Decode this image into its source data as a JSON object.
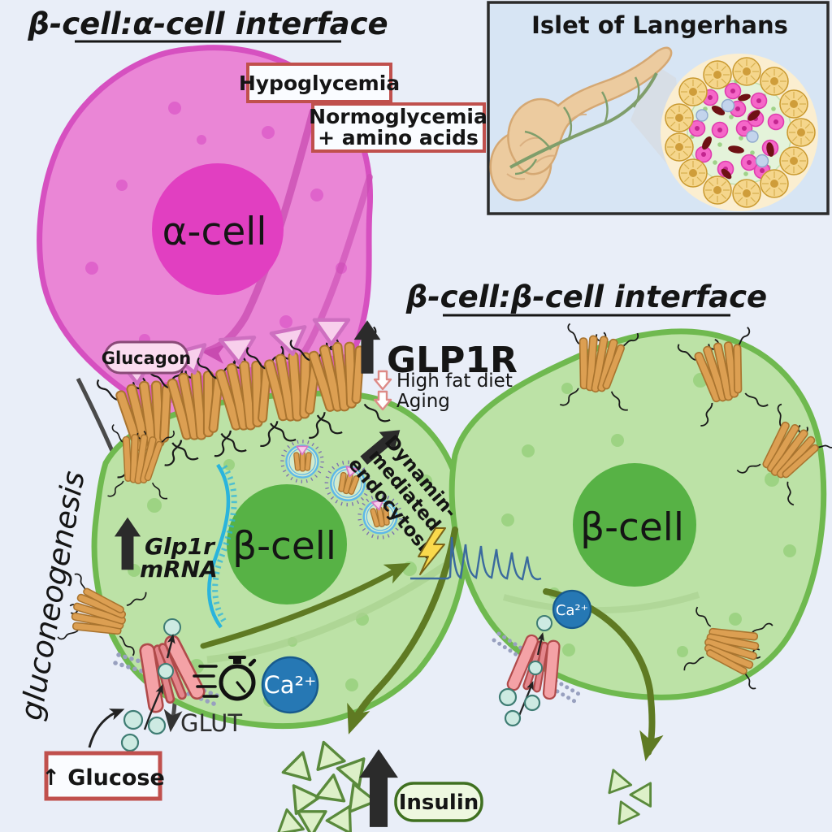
{
  "colors": {
    "background": "#e9eef8",
    "inset_bg": "#d7e5f4",
    "inset_border": "#2b2b2b",
    "alpha_fill": "#ea86d6",
    "alpha_stroke": "#d650c0",
    "alpha_nucleus": "#e13fc1",
    "alpha_speckle": "#df63cb",
    "beta_fill": "#bce2a6",
    "beta_stroke": "#6fb94f",
    "beta_nucleus": "#57b245",
    "beta_speckle": "#9dd383",
    "receptor_fill": "#dc9f52",
    "receptor_stroke": "#a9742f",
    "ligand_fill": "#f8cfec",
    "ligand_stroke": "#ce6fc0",
    "box_fill": "#fafcff",
    "box_border": "#c0504d",
    "black_arrow": "#2b2b2b",
    "pink_arrow": "#c84bb0",
    "down_arrow_stroke": "#dd8a86",
    "olive_arrow": "#5f7a23",
    "calcium_fill": "#2678b4",
    "calcium_stroke": "#175a8d",
    "glut_fill": "#f4a2a6",
    "glut_stroke": "#b04a4a",
    "glucose_fill": "#cdeae2",
    "glucose_stroke": "#3f7d74",
    "membrane_dot": "#98a0bf",
    "mrna": "#2ab4dc",
    "vesicle_ring": "#5fb8e8",
    "vesicle_spikes": "#7b6fb0",
    "spike_trace": "#3a6a9e",
    "lightning_fill": "#f9d94c",
    "lightning_stroke": "#7a6418",
    "insulin_fill": "#eef8e0",
    "insulin_stroke": "#3f7020",
    "granule_fill": "#ddf0c8",
    "granule_stroke": "#5a8a3c",
    "pancreas_fill": "#eccb9f",
    "pancreas_stroke": "#d5a873",
    "duct": "#7f9e6b",
    "acinar_fill": "#f5d68c",
    "acinar_stroke": "#c9992f",
    "islet_fill": "#e4f3da"
  },
  "titles": {
    "alpha_interface": "β-cell:α-cell interface",
    "beta_interface": "β-cell:β-cell interface"
  },
  "inset": {
    "title": "Islet of Langerhans"
  },
  "stimuli": {
    "hypoglycemia": "Hypoglycemia",
    "normoglycemia_line1": "Normoglycemia",
    "normoglycemia_line2": "+ amino acids"
  },
  "alpha_cell": {
    "label": "α-cell",
    "glucagon_label": "Glucagon"
  },
  "glp1r": {
    "label": "GLP1R",
    "modifier1": "High fat diet",
    "modifier2": "Aging"
  },
  "beta_cell_1": {
    "label": "β-cell",
    "mrna_line1": "Glp1r",
    "mrna_line2": "mRNA",
    "endocytosis_line1": "Dynamin-",
    "endocytosis_line2": "mediated",
    "endocytosis_line3": "endocytosis"
  },
  "beta_cell_2": {
    "label": "β-cell"
  },
  "metabolism": {
    "gluconeogenesis_label": "gluconeogenesis",
    "glucose_label": "↑  Glucose",
    "glut_label": "GLUT",
    "calcium_label": "Ca²⁺",
    "insulin_label": "Insulin"
  }
}
